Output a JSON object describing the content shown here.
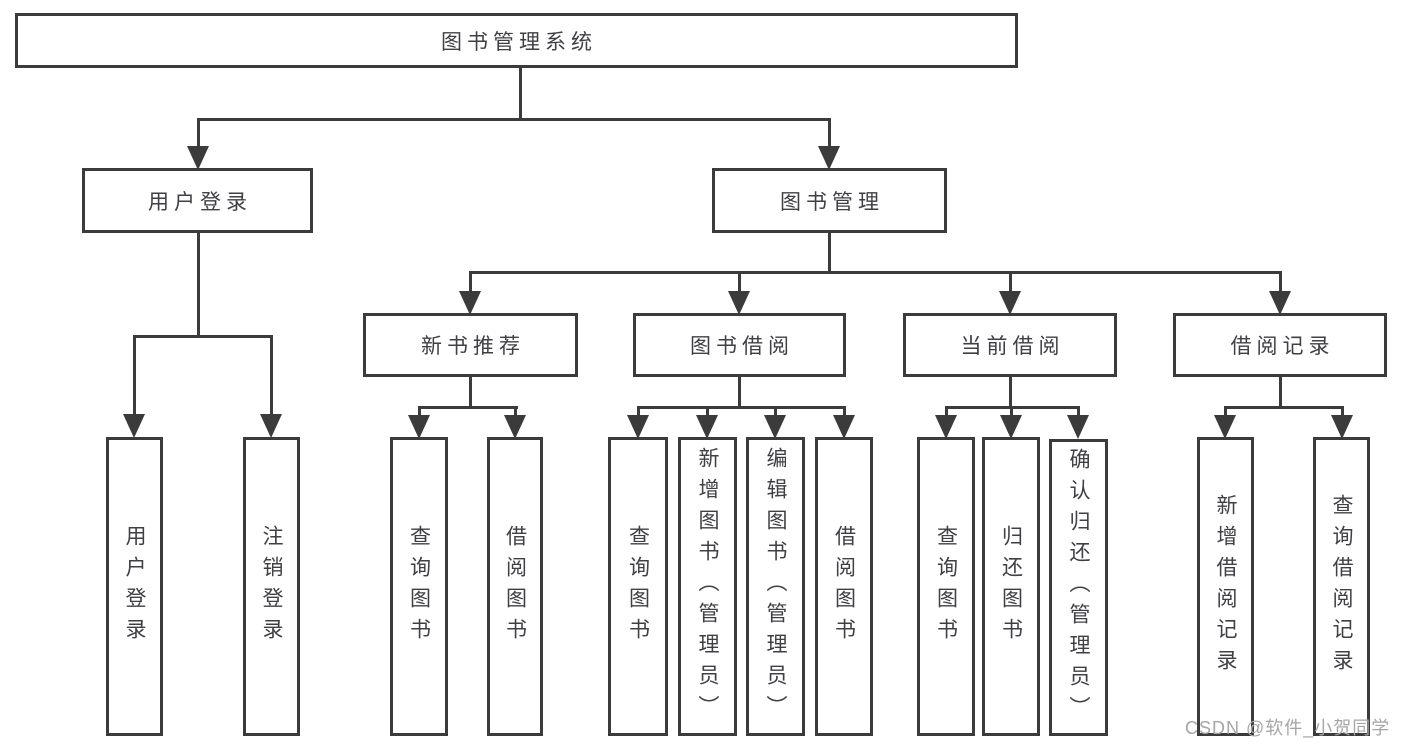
{
  "diagram": {
    "root": {
      "label": "图书管理系统"
    },
    "level2": [
      {
        "label": "用户登录"
      },
      {
        "label": "图书管理"
      }
    ],
    "level3": [
      {
        "label": "新书推荐"
      },
      {
        "label": "图书借阅"
      },
      {
        "label": "当前借阅"
      },
      {
        "label": "借阅记录"
      }
    ],
    "leaves": {
      "user_login": [
        {
          "label": "用户登录"
        },
        {
          "label": "注销登录"
        }
      ],
      "new_book_recommend": [
        {
          "label": "查询图书"
        },
        {
          "label": "借阅图书"
        }
      ],
      "book_borrow": [
        {
          "label": "查询图书"
        },
        {
          "label": "新增图书（管理员）"
        },
        {
          "label": "编辑图书（管理员）"
        },
        {
          "label": "借阅图书"
        }
      ],
      "current_borrow": [
        {
          "label": "查询图书"
        },
        {
          "label": "归还图书"
        },
        {
          "label": "确认归还（管理员）"
        }
      ],
      "borrow_record": [
        {
          "label": "新增借阅记录"
        },
        {
          "label": "查询借阅记录"
        }
      ]
    },
    "watermark": "CSDN @软件_小贺同学",
    "colors": {
      "line": "#3b3b3b",
      "text": "#3f3f44",
      "watermark": "#a6a6a6",
      "background": "#ffffff"
    }
  }
}
